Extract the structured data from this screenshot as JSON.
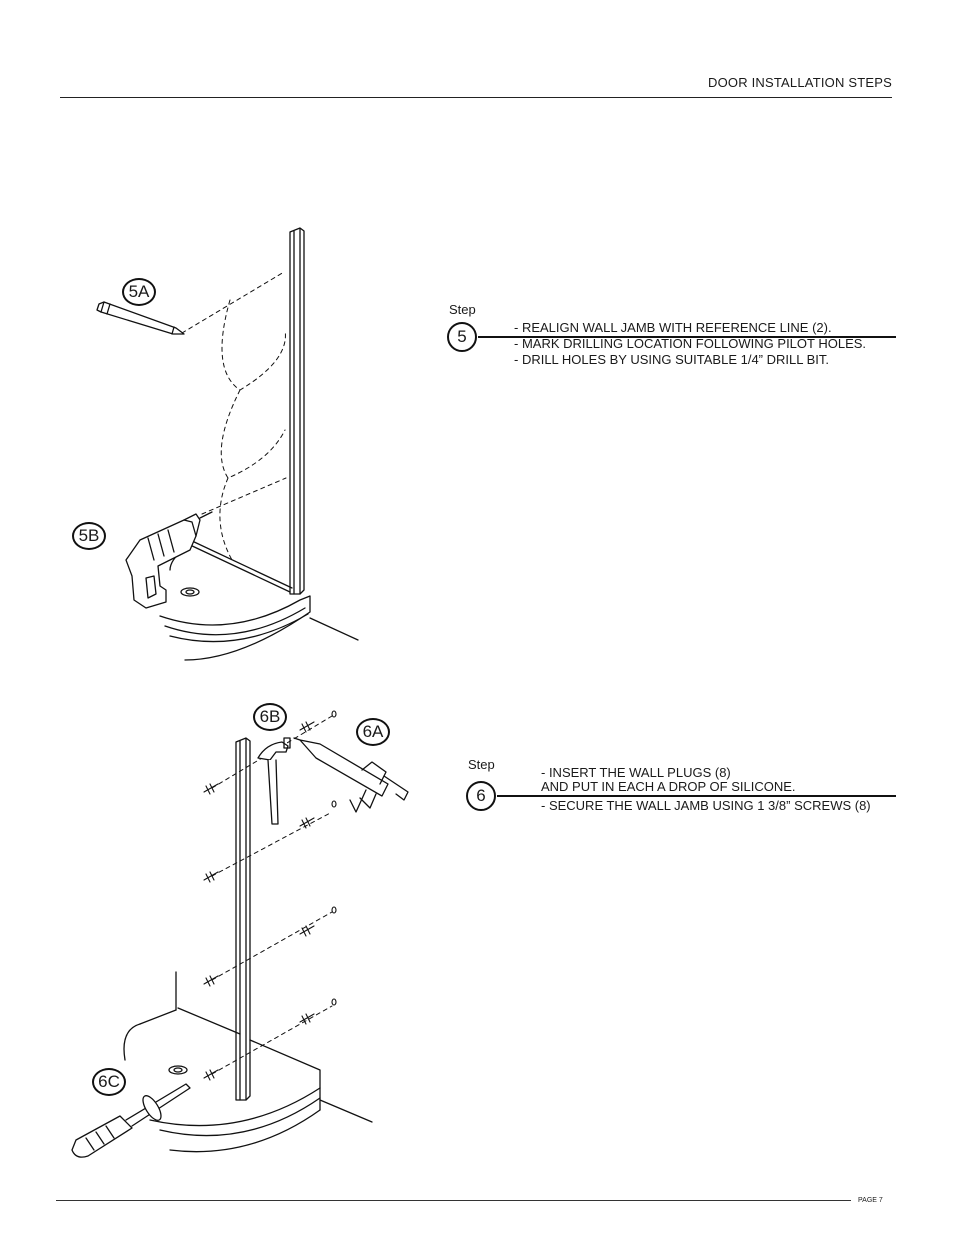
{
  "header": {
    "title": "DOOR INSTALLATION STEPS"
  },
  "steps": [
    {
      "label": "Step",
      "number": "5",
      "lines": [
        "- REALIGN WALL JAMB WITH REFERENCE LINE (2).",
        "- MARK DRILLING LOCATION FOLLOWING PILOT HOLES.",
        "- DRILL HOLES BY USING SUITABLE 1/4” DRILL BIT."
      ]
    },
    {
      "label": "Step",
      "number": "6",
      "lines": [
        "- INSERT THE WALL PLUGS (8)",
        "AND PUT IN EACH A DROP OF SILICONE.",
        "- SECURE THE WALL JAMB USING 1 3/8” SCREWS (8)"
      ]
    }
  ],
  "callouts": {
    "c5a": "5A",
    "c5b": "5B",
    "c6a": "6A",
    "c6b": "6B",
    "c6c": "6C"
  },
  "footer": {
    "page": "PAGE 7"
  }
}
